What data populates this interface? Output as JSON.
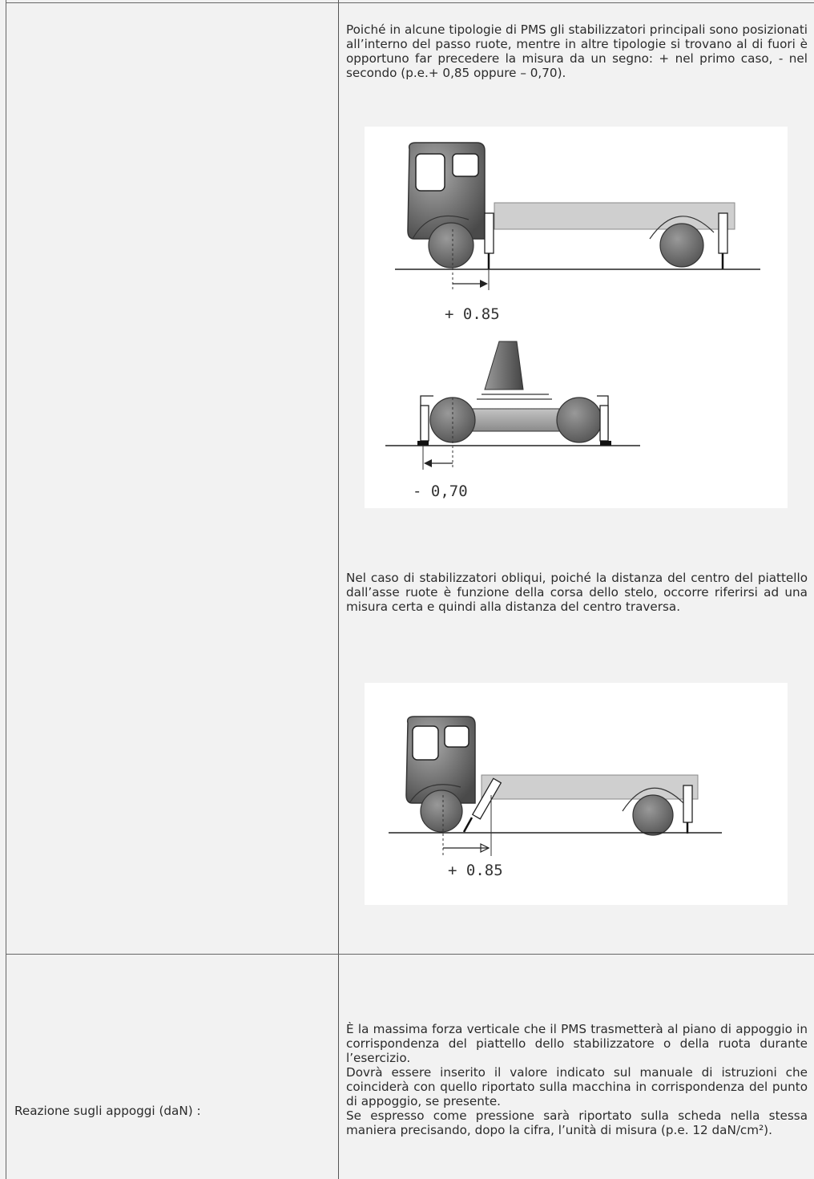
{
  "paragraphs": {
    "p1": "Poiché in alcune tipologie di PMS gli stabilizzatori principali sono posizionati all’interno del passo ruote, mentre in altre tipologie si trovano al di fuori è opportuno far precedere la misura da un segno: + nel primo caso, - nel secondo (p.e.+ 0,85 oppure – 0,70).",
    "p2": "Nel caso di stabilizzatori obliqui, poiché la distanza del centro del piattello dall’asse ruote è funzione della corsa dello stelo, occorre riferirsi ad una misura certa e quindi alla distanza del centro traversa.",
    "p3_lines": [
      "È la massima forza verticale che il PMS trasmetterà al piano di appoggio in corrispondenza del piattello dello stabilizzatore o della ruota durante l’esercizio.",
      "Dovrà essere inserito il valore indicato sul manuale di istruzioni che coinciderà con quello riportato sulla macchina in corrispondenza del punto di appoggio, se presente.",
      "Se espresso come pressione sarà riportato sulla scheda nella stessa maniera precisando, dopo la cifra, l’unità di misura (p.e. 12 daN/cm²)."
    ]
  },
  "row_label": "Reazione sugli appoggi (daN) :",
  "figure1": {
    "label_top": "+ 0.85",
    "label_bottom": "- 0,70"
  },
  "figure2": {
    "label": "+ 0.85"
  }
}
